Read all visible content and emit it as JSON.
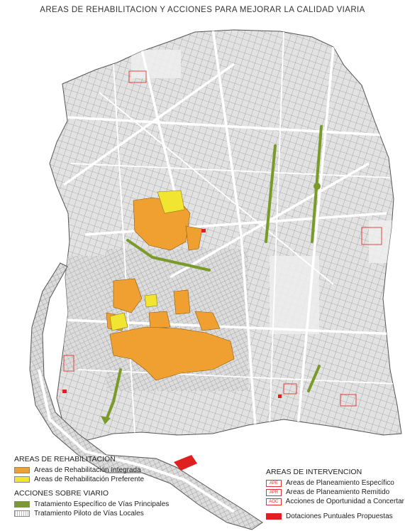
{
  "title": "AREAS DE REHABILITACION Y ACCIONES PARA MEJORAR LA CALIDAD VIARIA",
  "colors": {
    "integrada": "#f0a030",
    "preferente": "#f2e531",
    "vias_principales": "#7a9a2a",
    "intervencion": "#dd3333",
    "dotaciones": "#e02020",
    "street_fabric": "#d9d9d9"
  },
  "legend_left": {
    "rehab_heading": "AREAS DE REHABILITACION",
    "rehab_items": [
      {
        "label": "Areas de Rehabilitación Integrada",
        "color": "#f0a030"
      },
      {
        "label": "Areas de Rehabilitación Preferente",
        "color": "#f2e531"
      }
    ],
    "viario_heading": "ACCIONES SOBRE VIARIO",
    "viario_items": [
      {
        "label": "Tratamiento Específico de Vías Principales",
        "color": "#7a9a2a"
      },
      {
        "label": "Tratamiento Piloto de Vías Locales",
        "pattern": "hatch"
      }
    ]
  },
  "legend_right": {
    "heading": "AREAS DE INTERVENCION",
    "items": [
      {
        "code": "APE",
        "label": "Areas de Planeamiento Específico"
      },
      {
        "code": "APR",
        "label": "Areas de Planeamiento Remitido"
      },
      {
        "code": "AOC",
        "label": "Acciones de Oportunidad a Concertar"
      }
    ],
    "dotaciones_label": "Dotaciones Puntuales Propuestas"
  }
}
